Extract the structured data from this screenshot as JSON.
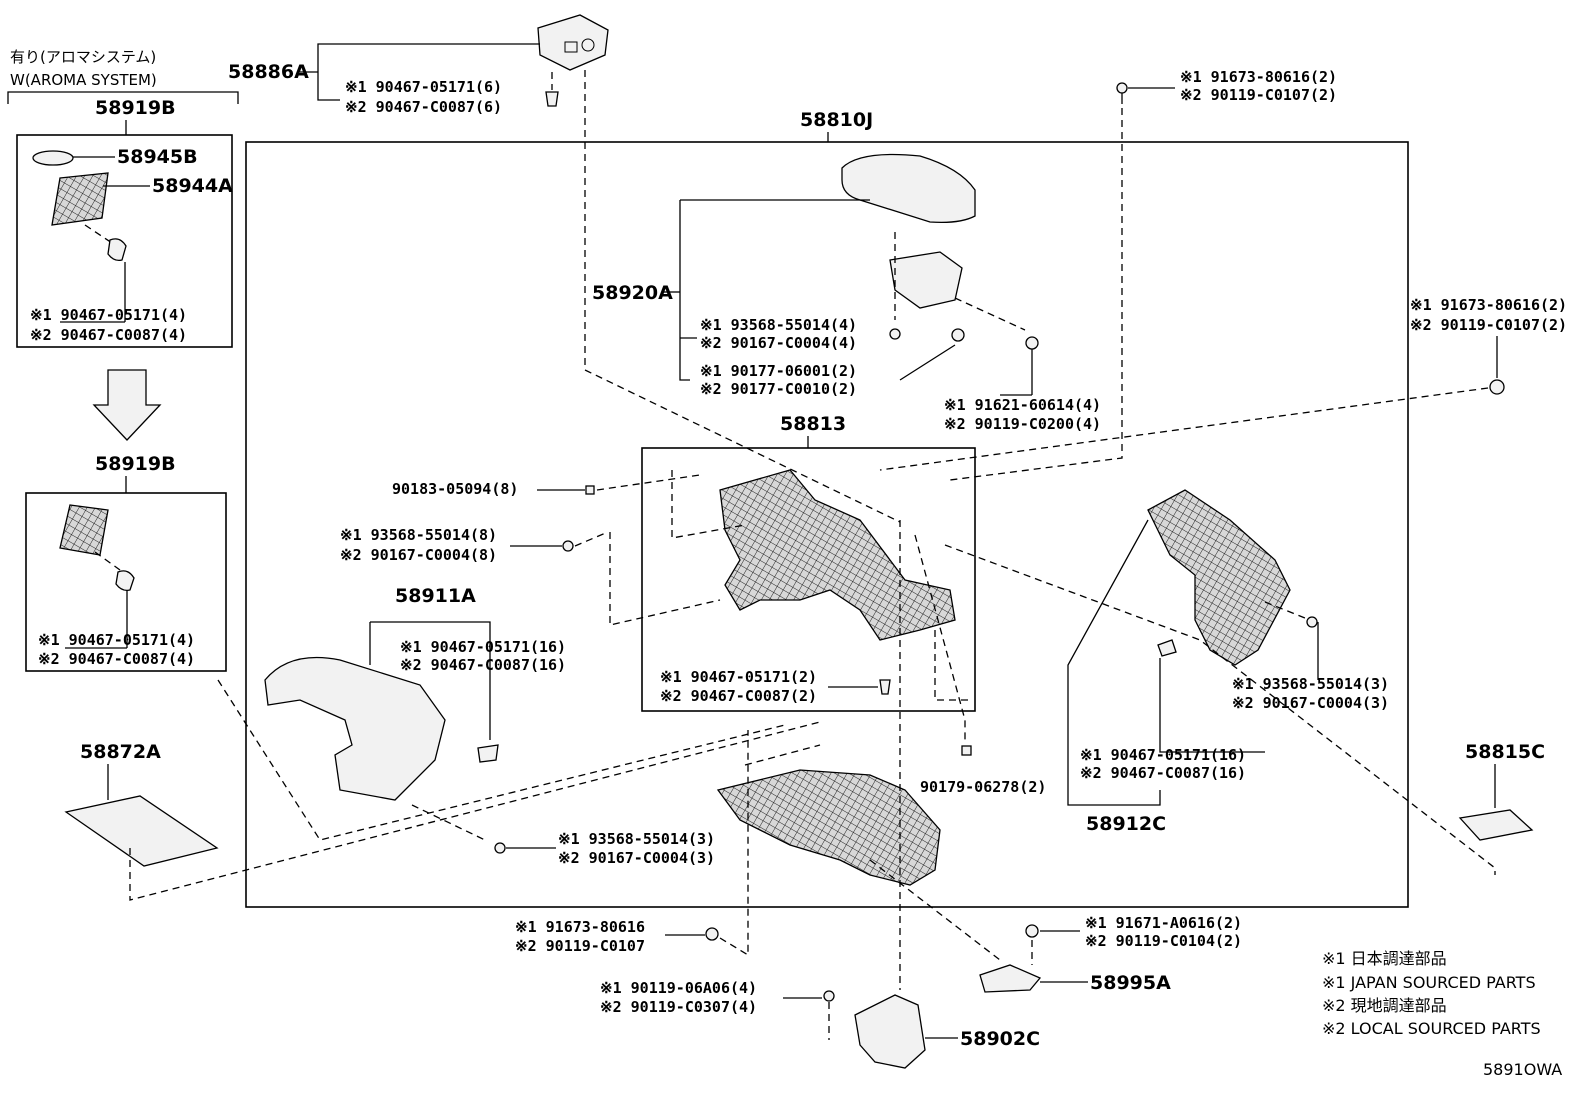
{
  "diagram_id": "5891OWA",
  "header": {
    "aroma_jp": "有り(アロマシステム)",
    "aroma_en": "W(AROMA SYSTEM)"
  },
  "legend": [
    "※1 日本調達部品",
    "※1 JAPAN SOURCED PARTS",
    "※2 現地調達部品",
    "※2 LOCAL SOURCED PARTS"
  ],
  "callouts": {
    "p58886A": "58886A",
    "p58919B_top": "58919B",
    "p58945B": "58945B",
    "p58944A": "58944A",
    "p58919B_bottom": "58919B",
    "p58872A": "58872A",
    "p58810J": "58810J",
    "p58920A": "58920A",
    "p58813": "58813",
    "p58911A": "58911A",
    "p58912C": "58912C",
    "p58815C": "58815C",
    "p58995A": "58995A",
    "p58902C": "58902C"
  },
  "fasteners": {
    "f_58886A_1": "※1 90467-05171(6)",
    "f_58886A_2": "※2 90467-C0087(6)",
    "f_aroma_1": "※1 90467-05171(4)",
    "f_aroma_2": "※2 90467-C0087(4)",
    "f_noaroma_1": "※1 90467-05171(4)",
    "f_noaroma_2": "※2 90467-C0087(4)",
    "f_topright_1": "※1 91673-80616(2)",
    "f_topright_2": "※2 90119-C0107(2)",
    "f_right_1": "※1 91673-80616(2)",
    "f_right_2": "※2 90119-C0107(2)",
    "f_lid_a1": "※1 93568-55014(4)",
    "f_lid_a2": "※2 90167-C0004(4)",
    "f_lid_b1": "※1 90177-06001(2)",
    "f_lid_b2": "※2 90177-C0010(2)",
    "f_lid_c1": "※1 91621-60614(4)",
    "f_lid_c2": "※2 90119-C0200(4)",
    "f_90183": "90183-05094(8)",
    "f_left_a1": "※1 93568-55014(8)",
    "f_left_a2": "※2 90167-C0004(8)",
    "f_911_1": "※1 90467-05171(16)",
    "f_911_2": "※2 90467-C0087(16)",
    "f_813_1": "※1 90467-05171(2)",
    "f_813_2": "※2 90467-C0087(2)",
    "f_90179": "90179-06278(2)",
    "f_912s_1": "※1 93568-55014(3)",
    "f_912s_2": "※2 90167-C0004(3)",
    "f_912c_1": "※1 90467-05171(16)",
    "f_912c_2": "※2 90467-C0087(16)",
    "f_low_1": "※1 93568-55014(3)",
    "f_low_2": "※2 90167-C0004(3)",
    "f_bottom_a1": "※1 91673-80616",
    "f_bottom_a2": "※2 90119-C0107",
    "f_995_1": "※1 91671-A0616(2)",
    "f_995_2": "※2 90119-C0104(2)",
    "f_902_1": "※1 90119-06A06(4)",
    "f_902_2": "※2 90119-C0307(4)"
  }
}
